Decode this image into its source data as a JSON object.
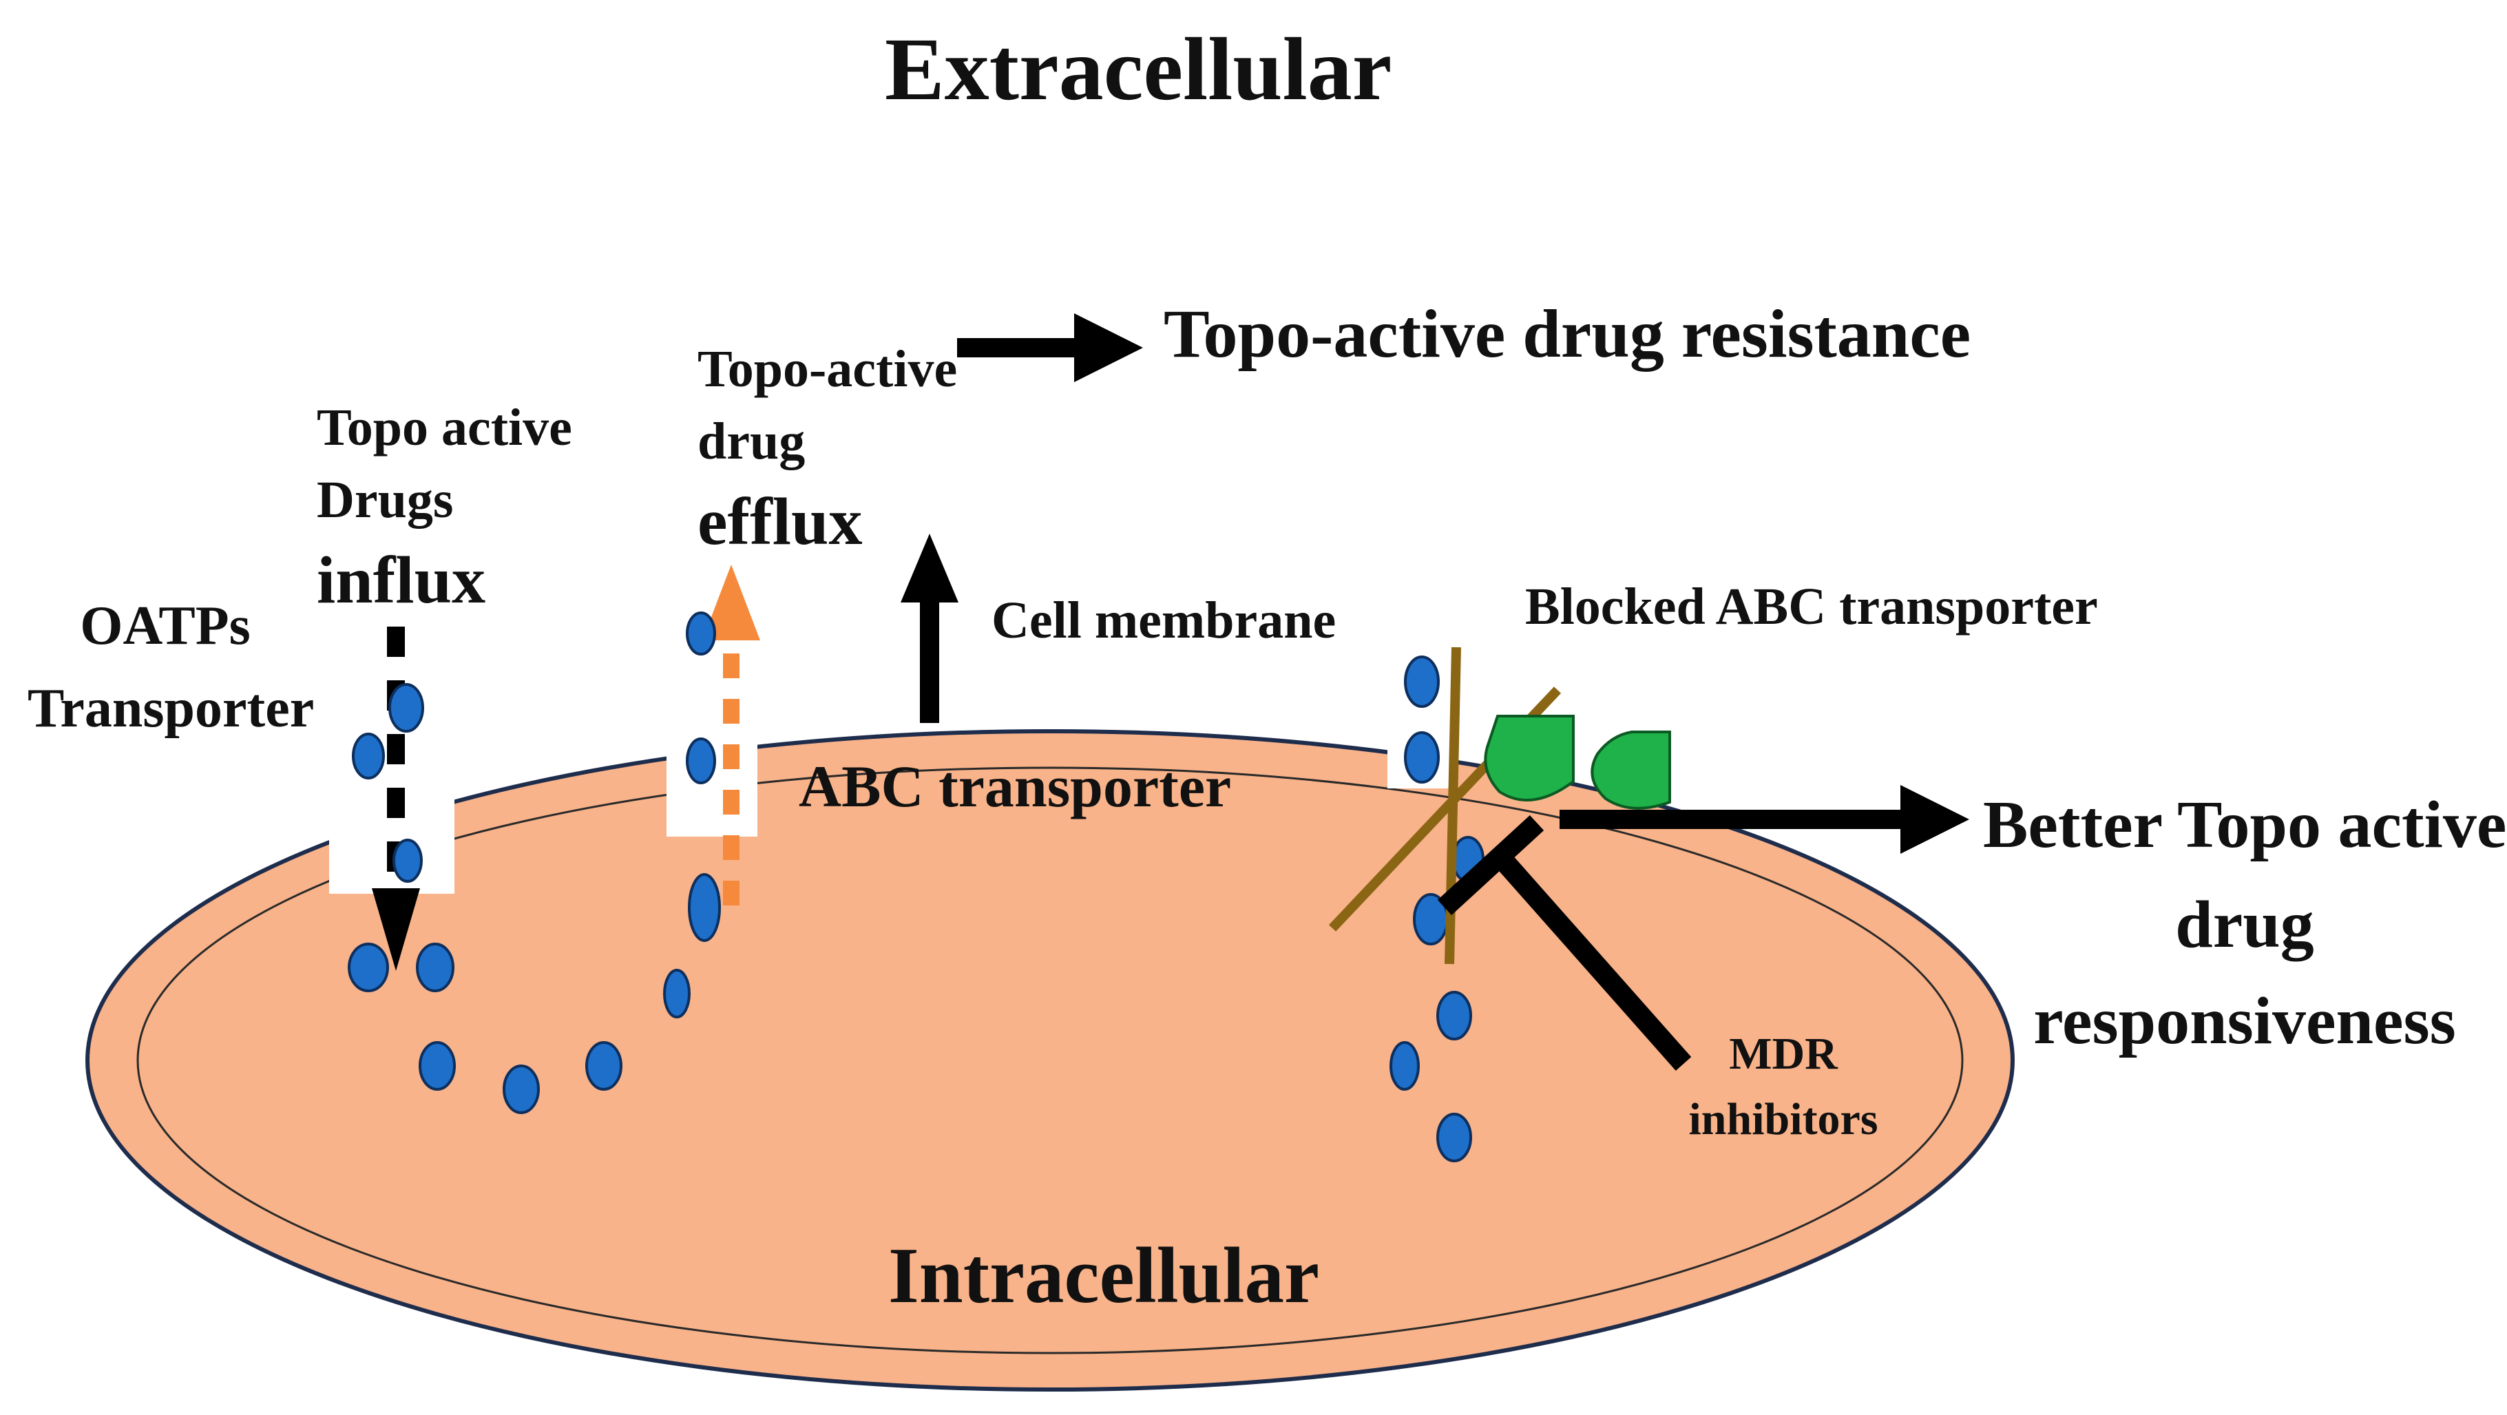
{
  "labels": {
    "extracellular": "Extracellular",
    "intracellular": "Intracellular",
    "resistance": "Topo-active drug  resistance",
    "influx_line1": "Topo active",
    "influx_line2": "Drugs",
    "influx_line3": "influx",
    "efflux_line1": "Topo-active",
    "efflux_line2": "drug",
    "efflux_line3": "efflux",
    "oatps_line1": "OATPs",
    "oatps_line2": "Transporter",
    "cell_membrane": "Cell membrane",
    "abc_transporter": "ABC transporter",
    "blocked_abc": "Blocked ABC transporter",
    "better_line1": "Better Topo active",
    "better_line2": "drug",
    "better_line3": "responsiveness",
    "mdr_line1": "MDR",
    "mdr_line2": "inhibitors"
  },
  "colors": {
    "cell_fill": "#f9b38a",
    "cell_outline": "#1f2d4d",
    "drug_molecule": "#1e6fc9",
    "efflux_arrow": "#f58a3c",
    "blocker_lines": "#8a6514",
    "inhibitor_shape": "#1fb14a",
    "arrow": "#000000"
  }
}
